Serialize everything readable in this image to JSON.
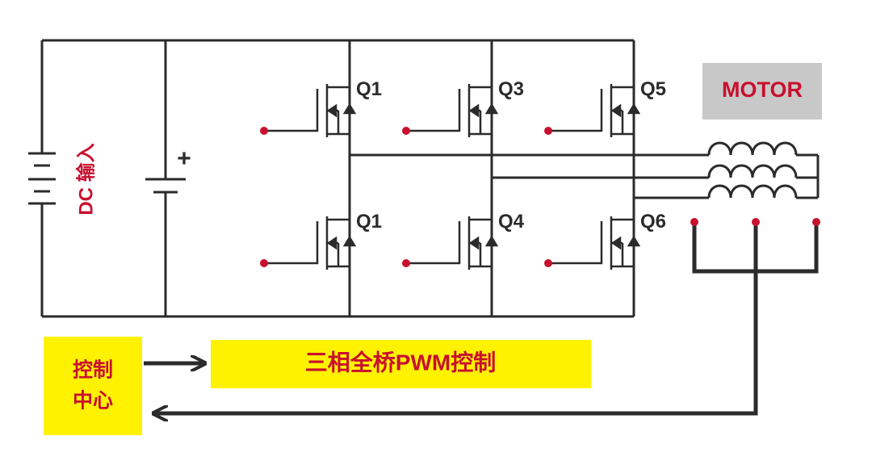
{
  "input": {
    "label": "DC 输入",
    "plus_sign": "+"
  },
  "transistors": {
    "top": [
      "Q1",
      "Q3",
      "Q5"
    ],
    "bottom": [
      "Q1",
      "Q4",
      "Q6"
    ]
  },
  "motor": {
    "label": "MOTOR"
  },
  "control": {
    "center_line1": "控制",
    "center_line2": "中心",
    "pwm_label": "三相全桥PWM控制"
  },
  "colors": {
    "wire": "#2b2b2b",
    "label_red": "#c8102e",
    "dot_red": "#c8102e",
    "highlight_yellow": "#fff200",
    "motor_box": "#c8c8c8"
  }
}
